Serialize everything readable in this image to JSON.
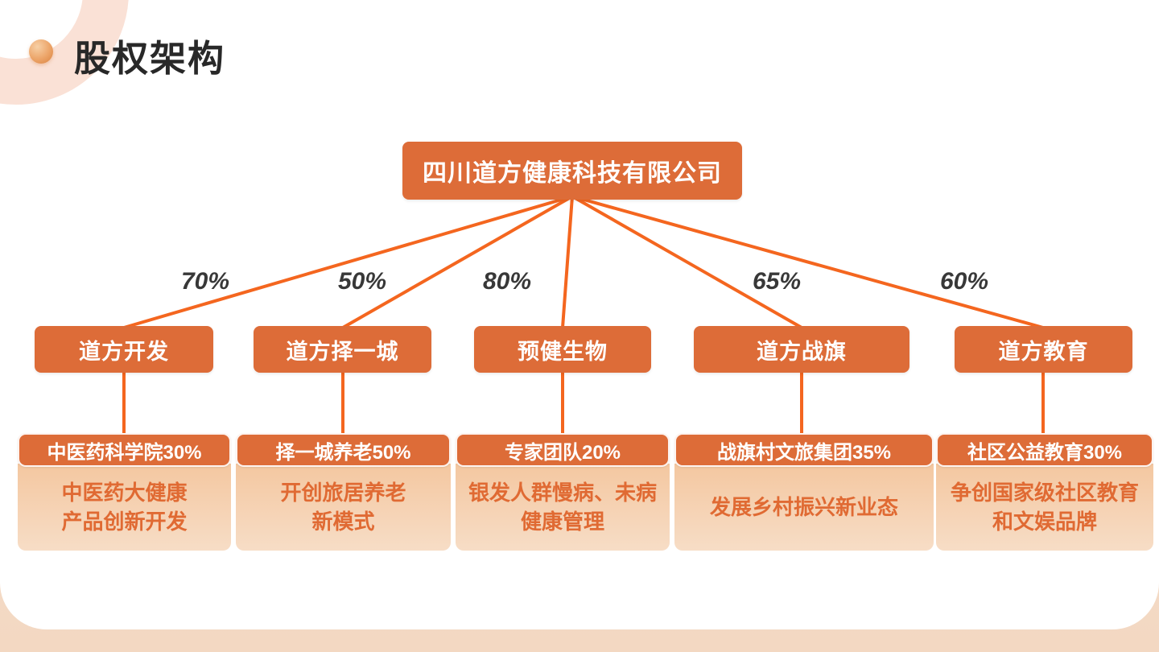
{
  "slide": {
    "title": "股权架构"
  },
  "colors": {
    "node_orange": "#dd6c38",
    "line_orange": "#f4661f",
    "body_fill": "#f4c7a0",
    "body_text": "#e06a33",
    "ring_pink": "#fae1d6",
    "background_peach": "#f6e0cd",
    "title_text": "#282828"
  },
  "tree": {
    "root": {
      "label": "四川道方健康科技有限公司"
    },
    "children": [
      {
        "label": "道方开发",
        "share": "70%",
        "sub": {
          "header": "中医药科学院30%",
          "body": "中医药大健康\n产品创新开发"
        }
      },
      {
        "label": "道方择一城",
        "share": "50%",
        "sub": {
          "header": "择一城养老50%",
          "body": "开创旅居养老\n新模式"
        }
      },
      {
        "label": "预健生物",
        "share": "80%",
        "sub": {
          "header": "专家团队20%",
          "body": "银发人群慢病、未病\n健康管理"
        }
      },
      {
        "label": "道方战旗",
        "share": "65%",
        "sub": {
          "header": "战旗村文旅集团35%",
          "body": "发展乡村振兴新业态"
        }
      },
      {
        "label": "道方教育",
        "share": "60%",
        "sub": {
          "header": "社区公益教育30%",
          "body": "争创国家级社区教育\n和文娱品牌"
        }
      }
    ]
  }
}
